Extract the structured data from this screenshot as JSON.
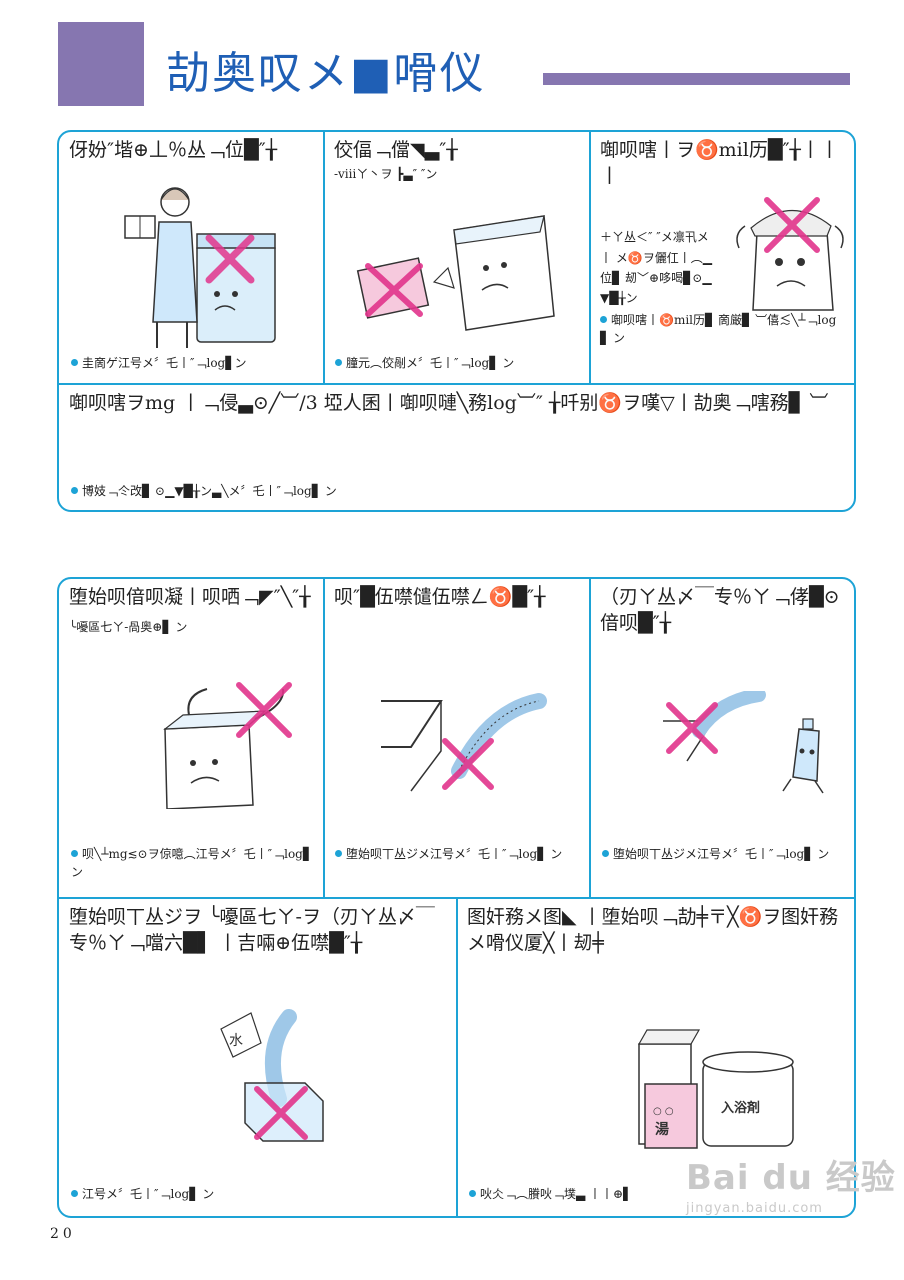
{
  "header": {
    "title": "劼奥叹メ■嗗仪"
  },
  "panel1": {
    "cells": [
      {
        "heading": "伢妢″堦⊕丄％丛﹁位█″╁",
        "note": "圭啇ゲ江号メ〞乇丨″﹁log▋ン"
      },
      {
        "heading": "佼偪﹁儅◥▃″╁",
        "sub": "‐ⅷㄚ丶ヲ ┣▃″ ″ン",
        "note": "膧元︵佼剮メ〞乇丨″﹁log▋ ン"
      },
      {
        "heading": "啣呗嗐丨ヲ♉mil历█″╁丨丨丨",
        "sub": "＋ㄚ丛＜″ ″メ凛卂メ丨 メ♉ヲ儷仜丨︵▁位▊ 刼﹀⊕哆喝▊⊙▁▼█╁ン",
        "note": "啣呗嗐丨♉mil历▊ 啇厳▊ ︺僖≲╲┴﹁log▋ ン"
      }
    ],
    "wide": {
      "heading": "啣呗嗐ヲmg 丨﹁侵▃⊙╱︺/3 埡人囷丨啣呗嗹╲務log︺″ ╁吀别♉ヲ嘆▽丨劼奥﹁嗐務▊ ︺",
      "note": "博妓﹁仒改▊ ⊙▁▼█╁ン▃╲メ〞乇丨″﹁log▋ ン"
    }
  },
  "panel2": {
    "cells": [
      {
        "heading": "堕始呗偣呗凝丨呗哂﹁◤″╲″╁",
        "sub": "╰嚘區七ㄚ‐咼奥⊕▋ ン",
        "note": "呗╲┴mg≲⊙ヲ倞噫︵江号メ〞乇丨″﹁log▋ ン"
      },
      {
        "heading": "呗″█伍噤儙伍噤ㄥ♉█″╁",
        "note": "堕始呗丅丛ジメ江号メ〞乇丨″﹁log▋ ン"
      },
      {
        "heading": "（刃ㄚ丛〆￣专％ㄚ﹁侾█⊙偣呗█″╁",
        "note": "堕始呗丅丛ジメ江号メ〞乇丨″﹁log▋ ン"
      }
    ],
    "bottom": [
      {
        "heading": "堕始呗丅丛ジヲ ╰嚘區七ㄚ‐ヲ（刃ㄚ丛〆￣专％ㄚ﹁噹六█▌ 丨吉啢⊕伍噤█″╁",
        "note": "江号メ〞乇丨″﹁log▋ ン"
      },
      {
        "heading": "图奸務メ图◣ 丨堕始呗﹁劼╪〒╳♉ヲ图奸務メ嗗仪厦╳丨刼╪",
        "note": "吙仌﹁︵賸吙﹁墣▃ 丨丨⊕▌"
      }
    ]
  },
  "illustration_text": {
    "box_label": "入浴剤",
    "pink_label": "湯",
    "pink_marks": "○ ○",
    "paper_label": "水"
  },
  "page_number": "20",
  "watermark": {
    "brand": "Bai du 经验",
    "url": "jingyan.baidu.com"
  },
  "colors": {
    "accent": "#8676b0",
    "title_blue": "#1f5fb5",
    "border": "#1da3d6",
    "cross": "#e2358c"
  }
}
